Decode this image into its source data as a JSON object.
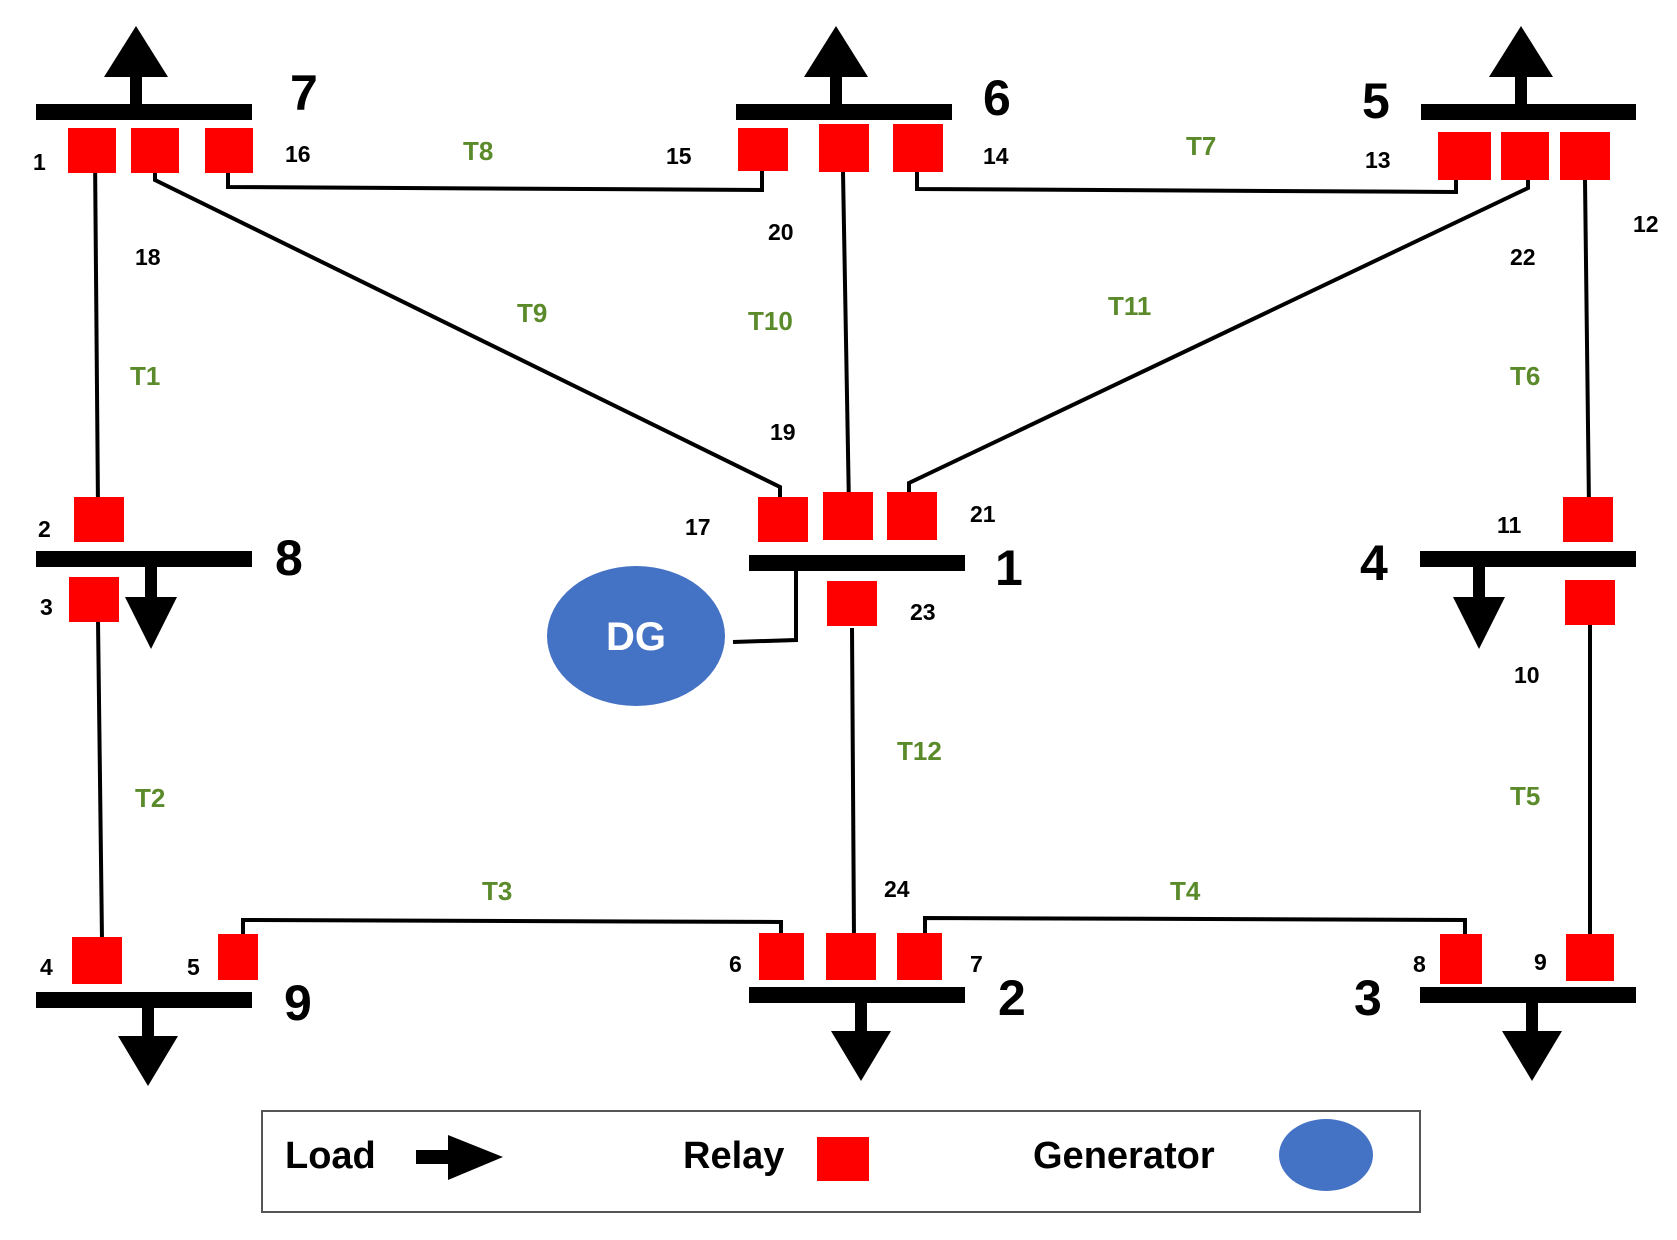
{
  "colors": {
    "relay": "#ff0000",
    "generator": "#4472c4",
    "line_label": "#5a8a2a",
    "line": "#000000"
  },
  "buses": [
    {
      "id": "bus-7",
      "label": "7"
    },
    {
      "id": "bus-6",
      "label": "6"
    },
    {
      "id": "bus-5",
      "label": "5"
    },
    {
      "id": "bus-8",
      "label": "8"
    },
    {
      "id": "bus-1",
      "label": "1"
    },
    {
      "id": "bus-4",
      "label": "4"
    },
    {
      "id": "bus-9",
      "label": "9"
    },
    {
      "id": "bus-2",
      "label": "2"
    },
    {
      "id": "bus-3",
      "label": "3"
    }
  ],
  "relay_labels": [
    "1",
    "16",
    "15",
    "14",
    "13",
    "12",
    "18",
    "20",
    "22",
    "19",
    "17",
    "21",
    "2",
    "11",
    "3",
    "23",
    "10",
    "24",
    "4",
    "5",
    "6",
    "7",
    "8",
    "9"
  ],
  "lines": [
    "T1",
    "T2",
    "T3",
    "T4",
    "T5",
    "T6",
    "T7",
    "T8",
    "T9",
    "T10",
    "T11",
    "T12"
  ],
  "generator": {
    "label": "DG"
  },
  "legend": {
    "load": "Load",
    "relay": "Relay",
    "generator": "Generator"
  }
}
